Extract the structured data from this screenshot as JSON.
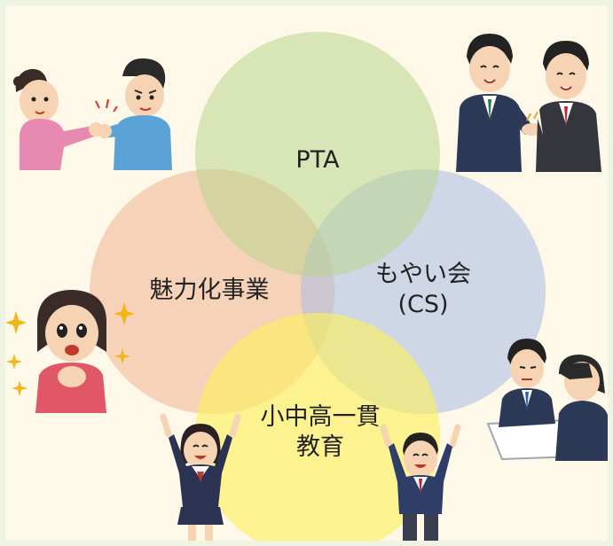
{
  "colors": {
    "background": "#fdf8e8",
    "pta": "#b9d68c",
    "miryoku": "#f0b590",
    "moyai": "#a9bbe4",
    "ikkan": "#fbf05a"
  },
  "circles": {
    "pta": {
      "label": "PTA"
    },
    "miryoku": {
      "label": "魅力化事業"
    },
    "moyai": {
      "label_line1": "もやい会",
      "label_line2": "(CS)"
    },
    "ikkan": {
      "label_line1": "小中高一貫",
      "label_line2": "教育"
    }
  },
  "illustrations": [
    "parent-teacher-fistbump",
    "businessmen-handshake",
    "excited-girl",
    "meeting-people",
    "cheering-schoolgirl",
    "cheering-schoolboy"
  ]
}
